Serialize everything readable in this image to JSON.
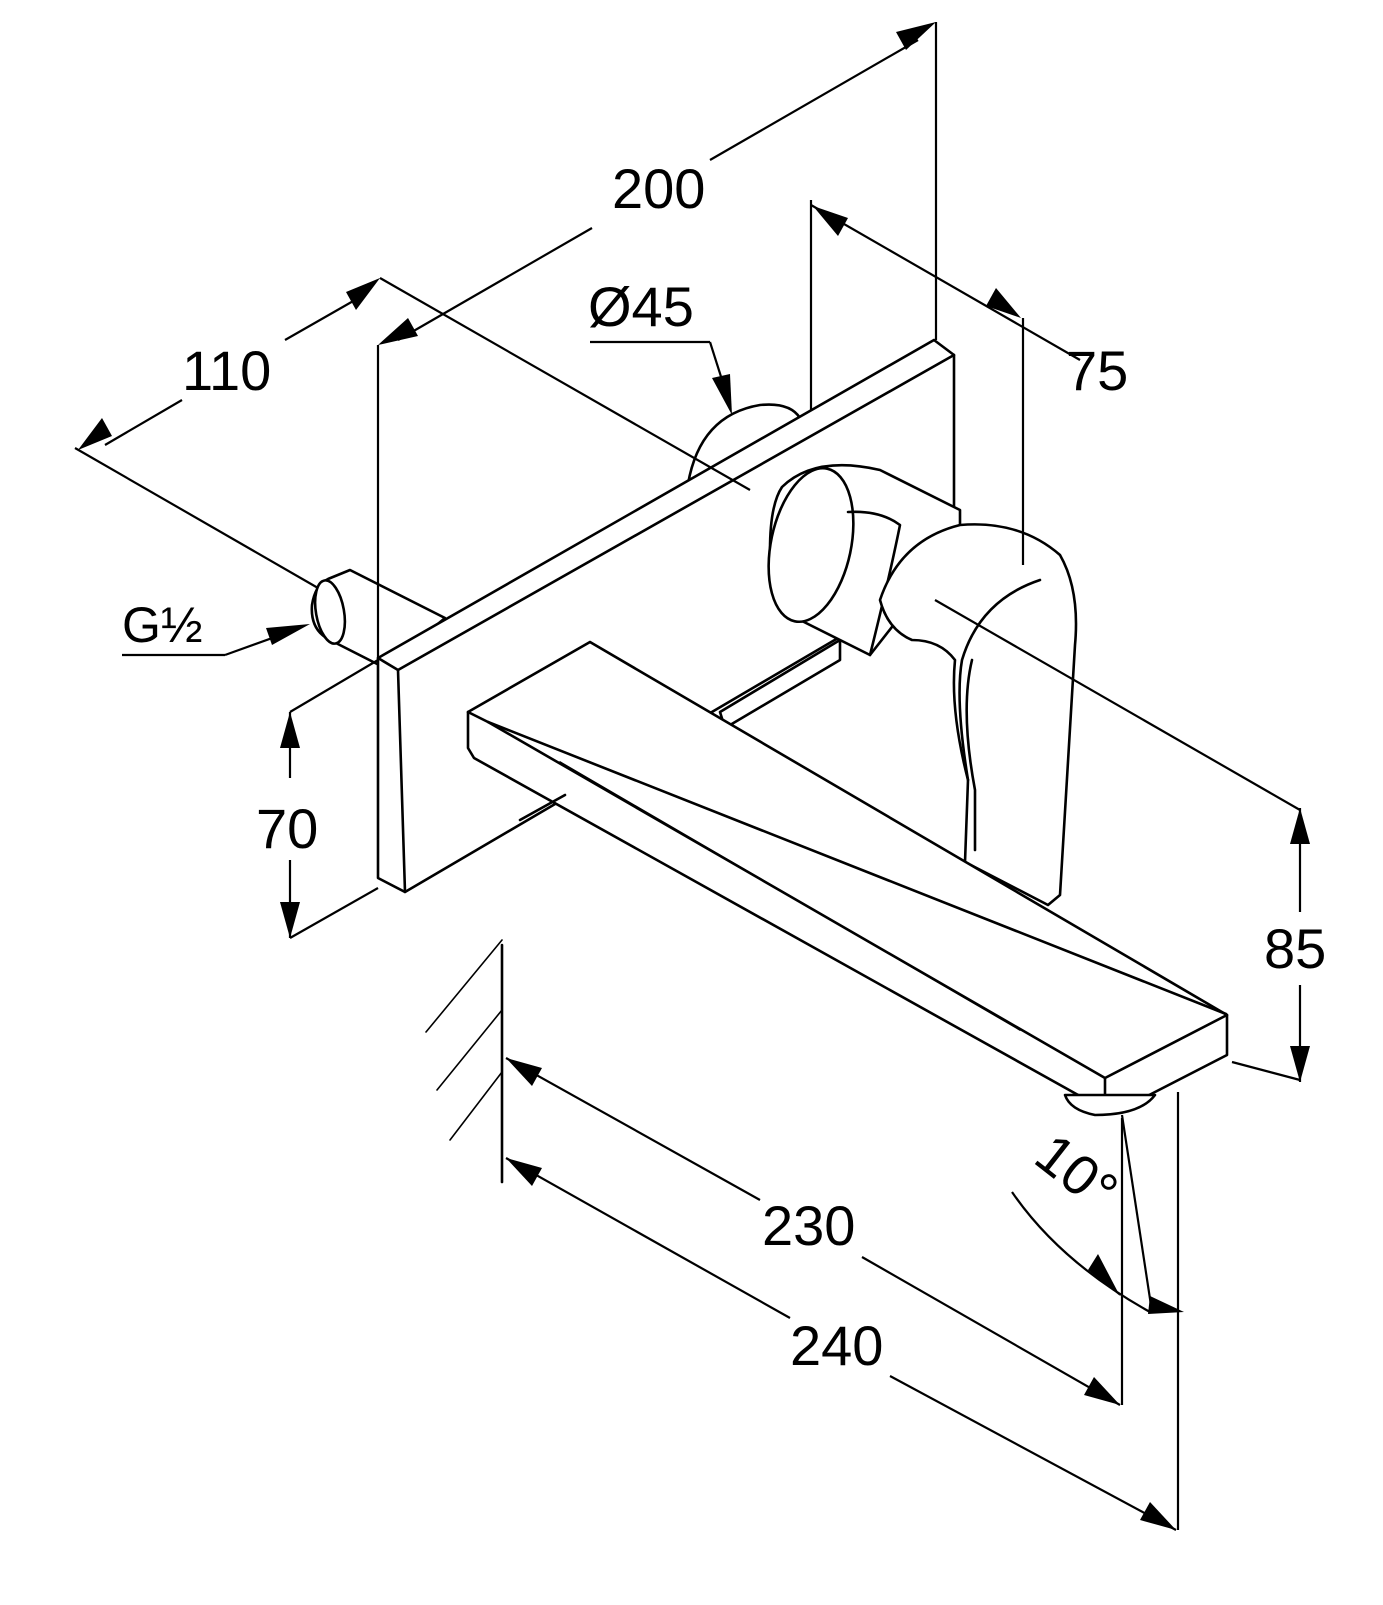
{
  "dimensions": {
    "d200": "200",
    "d110": "110",
    "d45": "Ø45",
    "d75": "75",
    "thread": "G½",
    "d70": "70",
    "d85": "85",
    "d230": "230",
    "d240": "240",
    "angle": "10°"
  }
}
